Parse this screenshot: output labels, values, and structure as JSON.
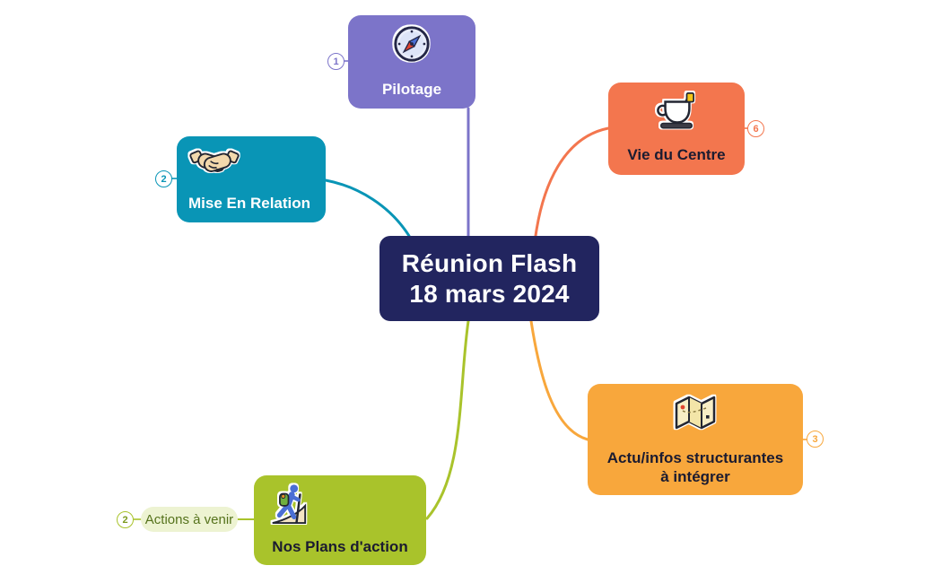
{
  "central": {
    "line1": "Réunion Flash",
    "line2": "18 mars 2024",
    "bg": "#22255f",
    "text_color": "#ffffff"
  },
  "nodes": [
    {
      "id": "pilotage",
      "label": "Pilotage",
      "badge": "1",
      "color": "#7c74c9",
      "text_color": "#ffffff",
      "icon": "compass-icon",
      "badge_side": "left"
    },
    {
      "id": "mise-en-relation",
      "label": "Mise En Relation",
      "badge": "2",
      "color": "#0995b6",
      "text_color": "#ffffff",
      "icon": "handshake-icon",
      "badge_side": "left"
    },
    {
      "id": "vie-du-centre",
      "label": "Vie du Centre",
      "badge": "6",
      "color": "#f3764e",
      "text_color": "#1b1b30",
      "icon": "teacup-icon",
      "badge_side": "right"
    },
    {
      "id": "actu-infos",
      "label": "Actu/infos structurantes\nà intégrer",
      "badge": "3",
      "color": "#f8a73c",
      "text_color": "#1b1b30",
      "icon": "map-icon",
      "badge_side": "right"
    },
    {
      "id": "nos-plans-daction",
      "label": "Nos Plans d'action",
      "badge": "2",
      "color": "#a9c32b",
      "text_color": "#1b1b30",
      "icon": "hiker-icon",
      "badge_side": "left"
    }
  ],
  "subnodes": [
    {
      "id": "actions-a-venir",
      "parent": "nos-plans-daction",
      "label": "Actions à venir",
      "badge": "2",
      "bg": "#edf3d2",
      "text_color": "#55721c",
      "accent": "#a9c32b"
    }
  ]
}
